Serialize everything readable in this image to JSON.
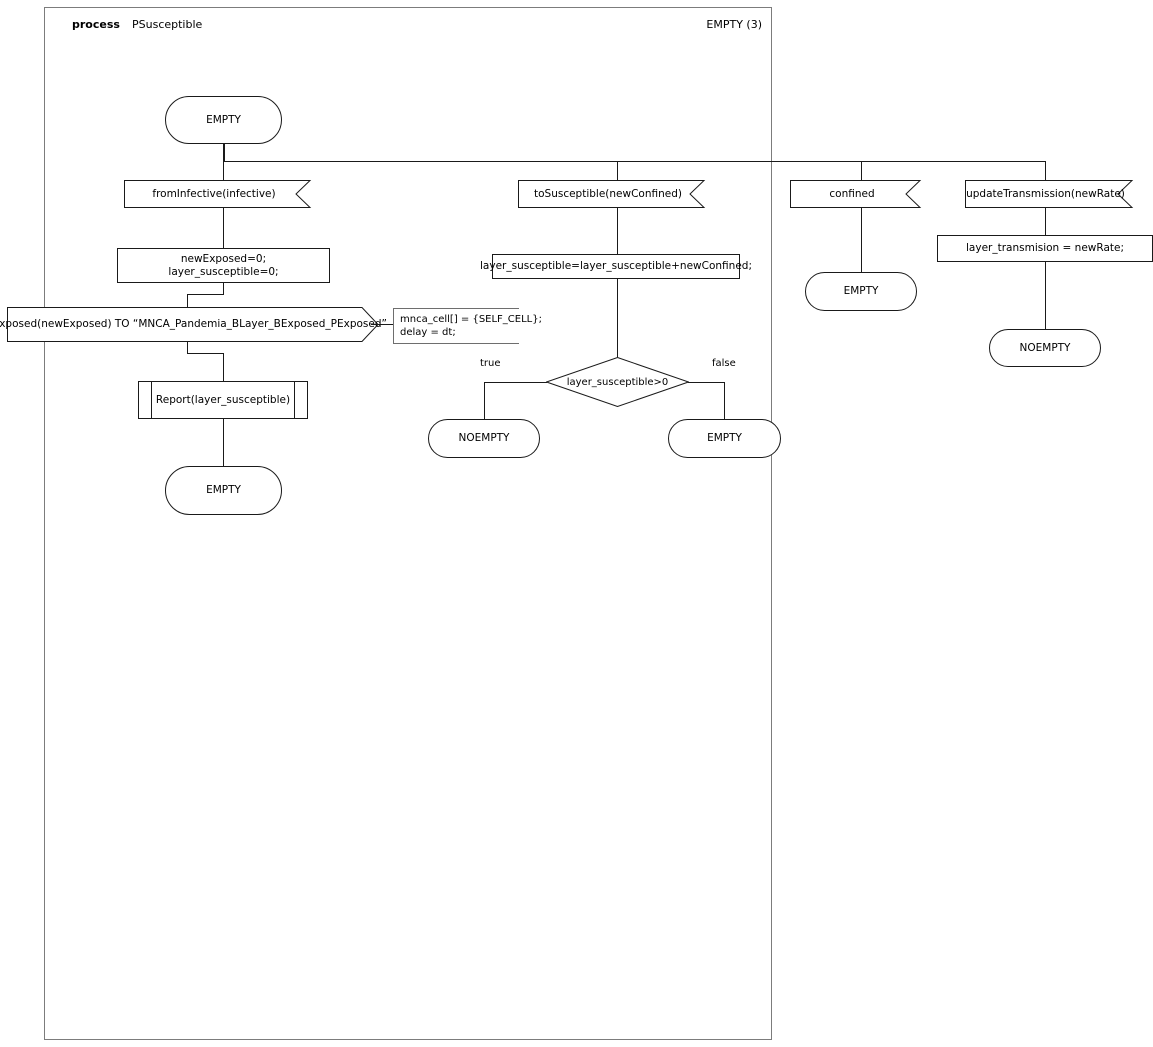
{
  "diagram": {
    "kind": "sdl-process-diagram",
    "header": {
      "keyword": "process",
      "name": "PSusceptible",
      "state_count_label": "EMPTY (3)"
    },
    "start_state": {
      "label": "EMPTY"
    },
    "branches": {
      "from_infective": {
        "input": "fromInfective(infective)",
        "task": "newExposed=0;\nlayer_susceptible=0;",
        "output": "toExposed(newExposed) TO “MNCA_Pandemia_BLayer_BExposed_PExposed”",
        "comment": "mnca_cell[] = {SELF_CELL};\ndelay = dt;",
        "procedure_call": "Report(layer_susceptible)",
        "next_state": "EMPTY"
      },
      "to_susceptible": {
        "input": "toSusceptible(newConfined)",
        "task": "layer_susceptible=layer_susceptible+newConfined;",
        "decision": "layer_susceptible>0",
        "branch_true_label": "true",
        "branch_false_label": "false",
        "state_true": "NOEMPTY",
        "state_false": "EMPTY"
      },
      "confined": {
        "input": "confined",
        "next_state": "EMPTY"
      },
      "update_transmission": {
        "input": "updateTransmission(newRate)",
        "task": "layer_transmision = newRate;",
        "next_state": "NOEMPTY"
      }
    },
    "colors": {
      "stroke": "#1a1a1a",
      "frame_stroke": "#7c7c7c",
      "background": "#ffffff",
      "text": "#000000"
    }
  }
}
